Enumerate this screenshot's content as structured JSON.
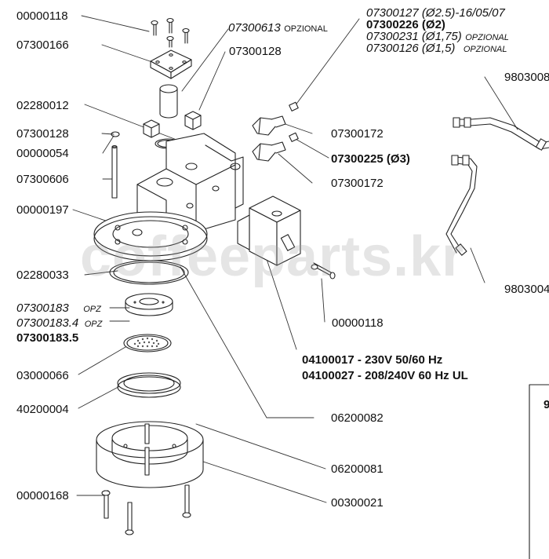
{
  "watermark": "coffeeparts.kr",
  "labels": {
    "l00000118_top": "00000118",
    "l07300166": "07300166",
    "l07300613": "07300613",
    "l07300613_opz": "OPZIONAL",
    "l07300128_a": "07300128",
    "l07300127": "07300127 (Ø2.5)-16/05/07",
    "l07300226": "07300226 (Ø2)",
    "l07300231": "07300231 (Ø1,75)",
    "l07300231_opz": "OPZIONAL",
    "l07300126": "07300126 (Ø1,5)",
    "l07300126_opz": "OPZIONAL",
    "l9803008_top": "9803008",
    "l02280012": "02280012",
    "l07300128_b": "07300128",
    "l07300172_a": "07300172",
    "l00000054": "00000054",
    "l07300225": "07300225 (Ø3)",
    "l07300606": "07300606",
    "l07300172_b": "07300172",
    "l00000197": "00000197",
    "l02280033": "02280033",
    "l9803004": "9803004",
    "l07300183": "07300183",
    "l07300183_opz": "OPZ",
    "l07300183_4": "07300183.4",
    "l07300183_4_opz": "OPZ",
    "l07300183_5": "07300183.5",
    "l00000118_mid": "00000118",
    "l04100017": "04100017 - 230V  50/60 Hz",
    "l04100027": "04100027 - 208/240V 60 Hz  UL",
    "l03000066": "03000066",
    "l40200004": "40200004",
    "l06200082": "06200082",
    "l9_edge": "9",
    "l06200081": "06200081",
    "l00000168": "00000168",
    "l00300021": "00300021"
  }
}
